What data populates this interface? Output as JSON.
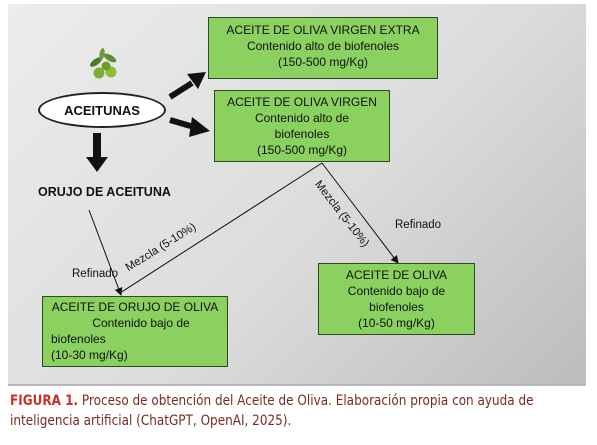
{
  "diagram": {
    "source": {
      "label": "ACEITUNAS"
    },
    "boxes": {
      "extra": {
        "lines": [
          "ACEITE DE OLIVA VIRGEN EXTRA",
          "Contenido alto de biofenoles",
          "(150-500 mg/Kg)"
        ]
      },
      "virgen": {
        "lines": [
          "ACEITE DE OLIVA VIRGEN",
          "Contenido alto de",
          "biofenoles",
          "(150-500 mg/Kg)"
        ]
      },
      "aceite": {
        "lines": [
          "ACEITE DE OLIVA",
          "Contenido bajo de",
          "biofenoles",
          "(10-50 mg/Kg)"
        ]
      },
      "orujo_aceite": {
        "lines": [
          "ACEITE DE ORUJO DE OLIVA",
          "Contenido bajo de",
          "biofenoles",
          "(10-30 mg/Kg)"
        ]
      }
    },
    "orujo": {
      "label": "ORUJO DE ACEITUNA"
    },
    "edge_labels": {
      "mezcla_left": "Mezcla (5-10%)",
      "mezcla_right": "Mezcla (5-10%)",
      "refinado_left": "Refinado",
      "refinado_right": "Refinado"
    }
  },
  "caption": {
    "figure_label": "FIGURA 1.",
    "text": " Proceso de obtención del Aceite de Oliva. Elaboración propia con ayuda de inteligencia artificial (ChatGPT, OpenAI, 2025)."
  },
  "colors": {
    "box_fill": "#8ad15f",
    "caption_label": "#c8302a",
    "caption_text": "#7a2b22",
    "arrows": "#111111"
  }
}
